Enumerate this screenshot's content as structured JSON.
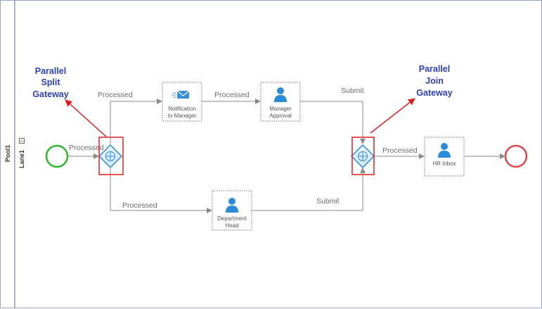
{
  "pool": {
    "label": "Pool1"
  },
  "lane": {
    "label": "Lane1",
    "toggle": "−"
  },
  "tasks": {
    "notification": {
      "line1": "Notification",
      "line2": "to Manager"
    },
    "manager": {
      "line1": "Manager",
      "line2": "Approval"
    },
    "department": {
      "line1": "Department",
      "line2": "Head"
    },
    "hr_inbox": {
      "line1": "HR Inbox"
    }
  },
  "flows": {
    "start_to_split": "Processed",
    "split_to_notification": "Processed",
    "notification_to_manager": "Processed",
    "manager_to_join": "Submit",
    "split_to_department": "Processed",
    "department_to_join": "Submit",
    "join_to_hr": "Processed"
  },
  "annotations": {
    "split": [
      "Parallel",
      "Split",
      "Gateway"
    ],
    "join": [
      "Parallel",
      "Join",
      "Gateway"
    ]
  },
  "colors": {
    "start_event": "#2eb82e",
    "end_event": "#e8454a",
    "gateway": "#2a8bd8",
    "highlight": "#e02020",
    "annotation_text": "#2e3fbf"
  }
}
